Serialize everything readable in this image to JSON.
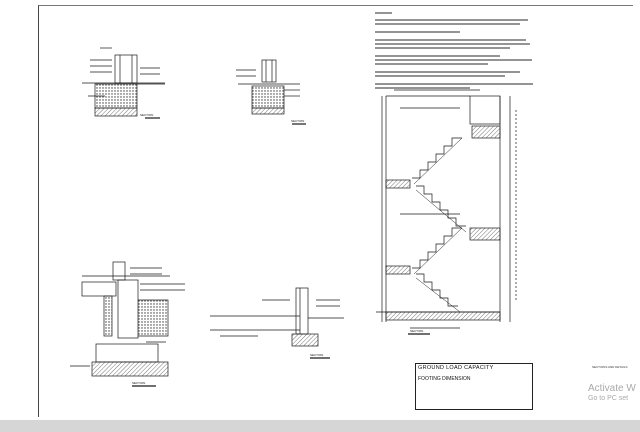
{
  "document": {
    "ground_panel_title": "GROUND LOAD CAPACITY",
    "footing_panel_title": "FOOTING DIMENSION",
    "section_label": "SECTION",
    "sheet_reference": "SECTIONS AND DETAILS"
  },
  "overlay": {
    "watermark_title": "Activate W",
    "watermark_subtitle": "Go to PC set"
  },
  "colors": {
    "sheet": "#ffffff",
    "viewer_background": "#d6d6d6",
    "linework": "#1a1a1a",
    "hatch": "#555555"
  }
}
